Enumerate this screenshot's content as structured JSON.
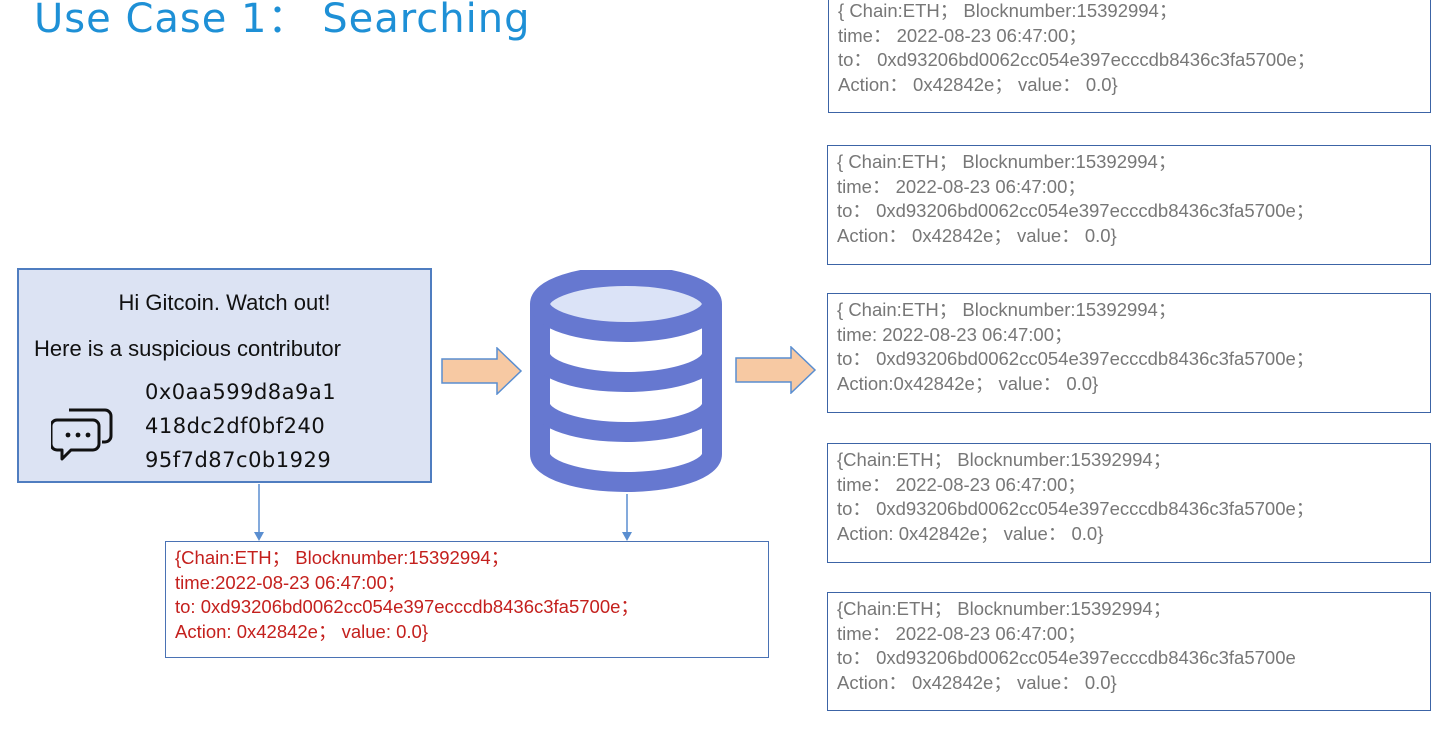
{
  "title": "Use Case 1： Searching",
  "message": {
    "line1": "Hi Gitcoin. Watch out!",
    "line2": "Here is a suspicious contributor",
    "address_lines": [
      "0x0aa599d8a9a1",
      "418dc2df0bf240",
      "95f7d87c0b1929"
    ],
    "icon": "chat-bubbles-icon"
  },
  "database_icon": "database-icon",
  "result": {
    "lines": [
      "{Chain:ETH； Blocknumber:15392994；",
      "time:2022-08-23 06:47:00；",
      "to:  0xd93206bd0062cc054e397ecccdb8436c3fa5700e；",
      "Action: 0x42842e； value: 0.0}"
    ],
    "color": "#c4201d"
  },
  "records": [
    {
      "lines": [
        "{ Chain:ETH； Blocknumber:15392994；",
        "time： 2022-08-23 06:47:00；",
        "to： 0xd93206bd0062cc054e397ecccdb8436c3fa5700e；",
        "Action： 0x42842e； value： 0.0}"
      ]
    },
    {
      "lines": [
        "{ Chain:ETH； Blocknumber:15392994；",
        "time： 2022-08-23 06:47:00；",
        "to： 0xd93206bd0062cc054e397ecccdb8436c3fa5700e；",
        "Action： 0x42842e； value： 0.0}"
      ]
    },
    {
      "lines": [
        "{ Chain:ETH； Blocknumber:15392994；",
        "time: 2022-08-23 06:47:00；",
        "to： 0xd93206bd0062cc054e397ecccdb8436c3fa5700e；",
        "Action:0x42842e； value： 0.0}"
      ]
    },
    {
      "lines": [
        "{Chain:ETH； Blocknumber:15392994；",
        "time： 2022-08-23 06:47:00；",
        "to： 0xd93206bd0062cc054e397ecccdb8436c3fa5700e；",
        "Action: 0x42842e； value： 0.0}"
      ]
    },
    {
      "lines": [
        "{Chain:ETH； Blocknumber:15392994；",
        "time： 2022-08-23 06:47:00；",
        "to： 0xd93206bd0062cc054e397ecccdb8436c3fa5700e",
        "Action： 0x42842e； value： 0.0}"
      ]
    }
  ],
  "colors": {
    "title": "#1e90d6",
    "database": "#6678d0",
    "arrow_fill": "#f7c9a3",
    "arrow_stroke": "#5a8ed0",
    "box_border": "#3c64a6",
    "message_bg": "#dce3f3"
  }
}
